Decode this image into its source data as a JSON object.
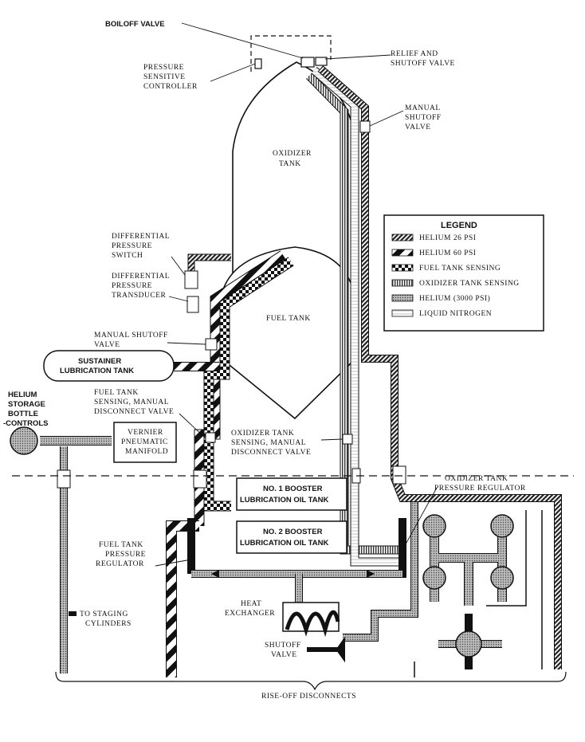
{
  "labels": {
    "boiloff_valve": "BOILOFF VALVE",
    "relief_valve": [
      "RELIEF AND",
      "SHUTOFF VALVE"
    ],
    "pressure_controller": [
      "PRESSURE",
      "SENSITIVE",
      "CONTROLLER"
    ],
    "manual_shutoff_top": [
      "MANUAL",
      "SHUTOFF",
      "VALVE"
    ],
    "oxidizer_tank": [
      "OXIDIZER",
      "TANK"
    ],
    "fuel_tank": "FUEL TANK",
    "diff_switch": [
      "DIFFERENTIAL",
      "PRESSURE",
      "SWITCH"
    ],
    "diff_transducer": [
      "DIFFERENTIAL",
      "PRESSURE",
      "TRANSDUCER"
    ],
    "manual_shutoff_left": [
      "MANUAL SHUTOFF",
      "VALVE"
    ],
    "sustainer_tank": [
      "SUSTAINER",
      "LUBRICATION TANK"
    ],
    "helium_storage": [
      "HELIUM",
      "STORAGE",
      "BOTTLE",
      "-CONTROLS"
    ],
    "fuel_disconnect": [
      "FUEL TANK",
      "SENSING, MANUAL",
      "DISCONNECT VALVE"
    ],
    "vernier": [
      "VERNIER",
      "PNEUMATIC",
      "MANIFOLD"
    ],
    "oxidizer_disconnect": [
      "OXIDIZER TANK",
      "SENSING, MANUAL",
      "DISCONNECT VALVE"
    ],
    "booster1": [
      "NO. 1 BOOSTER",
      "LUBRICATION OIL TANK"
    ],
    "booster2": [
      "NO. 2 BOOSTER",
      "LUBRICATION OIL TANK"
    ],
    "ox_regulator": [
      "OXIDIZER TANK",
      "PRESSURE REGULATOR"
    ],
    "fuel_regulator": [
      "FUEL TANK",
      "PRESSURE",
      "REGULATOR"
    ],
    "heat_exchanger": [
      "HEAT",
      "EXCHANGER"
    ],
    "staging": [
      "TO STAGING",
      "CYLINDERS"
    ],
    "shutoff_bottom": [
      "SHUTOFF",
      "VALVE"
    ],
    "riseoff": "RISE-OFF DISCONNECTS"
  },
  "legend": {
    "title": "LEGEND",
    "items": [
      {
        "pattern": "helium26",
        "label": "HELIUM 26 PSI"
      },
      {
        "pattern": "helium60",
        "label": "HELIUM 60 PSI"
      },
      {
        "pattern": "fuelsense",
        "label": "FUEL TANK SENSING"
      },
      {
        "pattern": "oxsense",
        "label": "OXIDIZER TANK SENSING"
      },
      {
        "pattern": "helium3000",
        "label": "HELIUM (3000 PSI)"
      },
      {
        "pattern": "ln2",
        "label": "LIQUID NITROGEN"
      }
    ]
  }
}
